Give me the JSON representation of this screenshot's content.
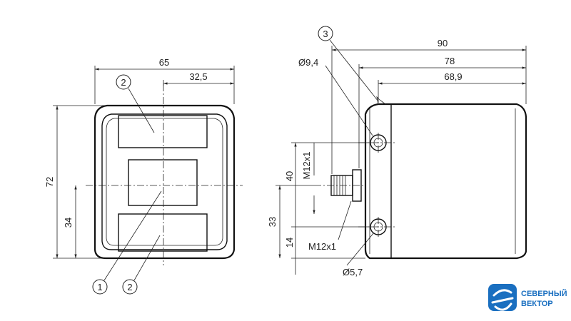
{
  "front_view": {
    "width_label": "65",
    "half_width_label": "32,5",
    "height_label": "72",
    "center_height_label": "34",
    "callouts": [
      "2",
      "1",
      "2"
    ]
  },
  "side_view": {
    "callout": "3",
    "overall_length": "90",
    "length_78": "78",
    "length_68_9": "68,9",
    "hole_dia_top": "Ø9,4",
    "connector_top": "M12x1",
    "connector_bottom": "M12x1",
    "hole_dia_bottom": "Ø5,7",
    "dim_40": "40",
    "dim_33": "33",
    "dim_14": "14"
  },
  "logo": {
    "line1": "СЕВЕРНЫЙ",
    "line2": "ВЕКТОР",
    "brand_color": "#1a6fc0"
  }
}
